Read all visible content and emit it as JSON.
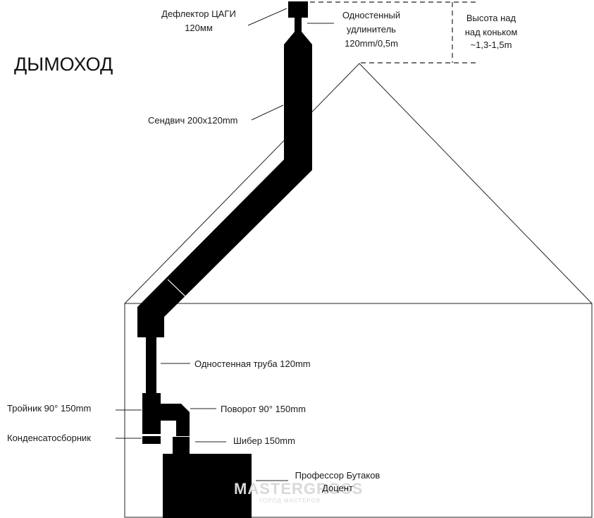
{
  "title": "ДЫМОХОД",
  "labels": {
    "deflector_l1": "Дефлектор ЦАГИ",
    "deflector_l2": "120мм",
    "extender_l1": "Одностенный",
    "extender_l2": "удлинитель",
    "extender_l3": "120mm/0,5m",
    "height_l1": "Высота над",
    "height_l2": "над коньком",
    "height_l3": "~1,3-1,5m",
    "sandwich": "Сендвич 200х120mm",
    "single_pipe": "Одностенная труба 120mm",
    "tee": "Тройник 90°  150mm",
    "elbow": "Поворот 90° 150mm",
    "condensate": "Конденсатосборник",
    "damper": "Шибер 150mm",
    "author_l1": "Профессор Бутаков",
    "author_l2": "Доцент"
  },
  "watermark": {
    "main": "MASTERGROSS",
    "sub": "ГОРОД МАСТЕРОВ"
  }
}
